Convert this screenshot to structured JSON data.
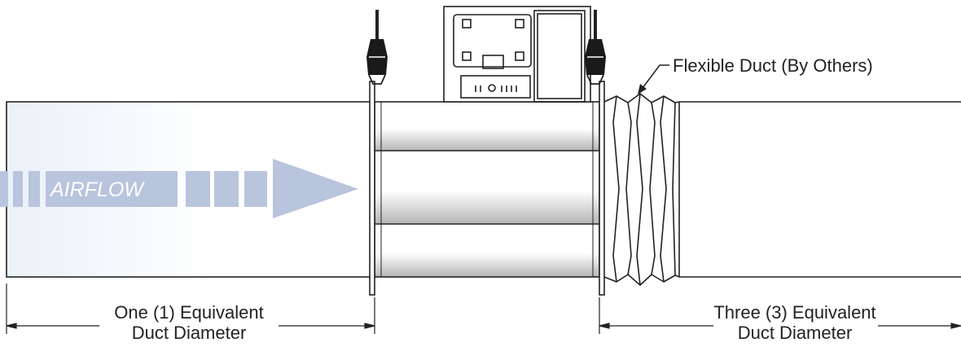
{
  "labels": {
    "airflow": "AIRFLOW",
    "flex_duct": "Flexible Duct (By Others)",
    "left_dim_line1": "One (1) Equivalent",
    "left_dim_line2": "Duct Diameter",
    "right_dim_line1": "Three (3) Equivalent",
    "right_dim_line2": "Duct Diameter"
  },
  "colors": {
    "line": "#222222",
    "airflow_arrow": "#b9c4dd",
    "damper_light": "#ffffff",
    "damper_dark": "#b5b5b5",
    "duct_fade": "#eaf1f8"
  }
}
